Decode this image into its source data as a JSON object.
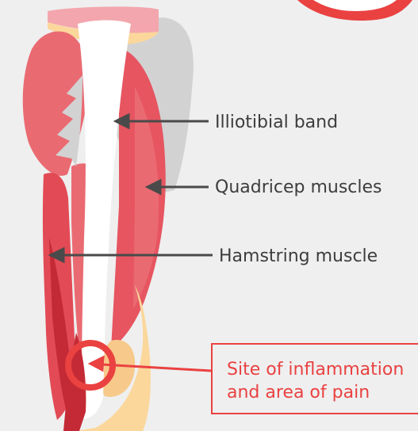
{
  "labels": {
    "iliotibial": "Illiotibial band",
    "quadricep": "Quadricep muscles",
    "hamstring": "Hamstring muscle",
    "site_line1": "Site of inflammation",
    "site_line2": "and area of pain"
  },
  "colors": {
    "background": "#efefef",
    "muscle_light": "#ea6a72",
    "muscle_mid": "#e24a55",
    "muscle_dark": "#c42a35",
    "it_band": "#ffffff",
    "bone": "#fbd79c",
    "shadow": "#cfcfcf",
    "accent_red": "#ea4141",
    "arrow": "#4a4a4a"
  }
}
